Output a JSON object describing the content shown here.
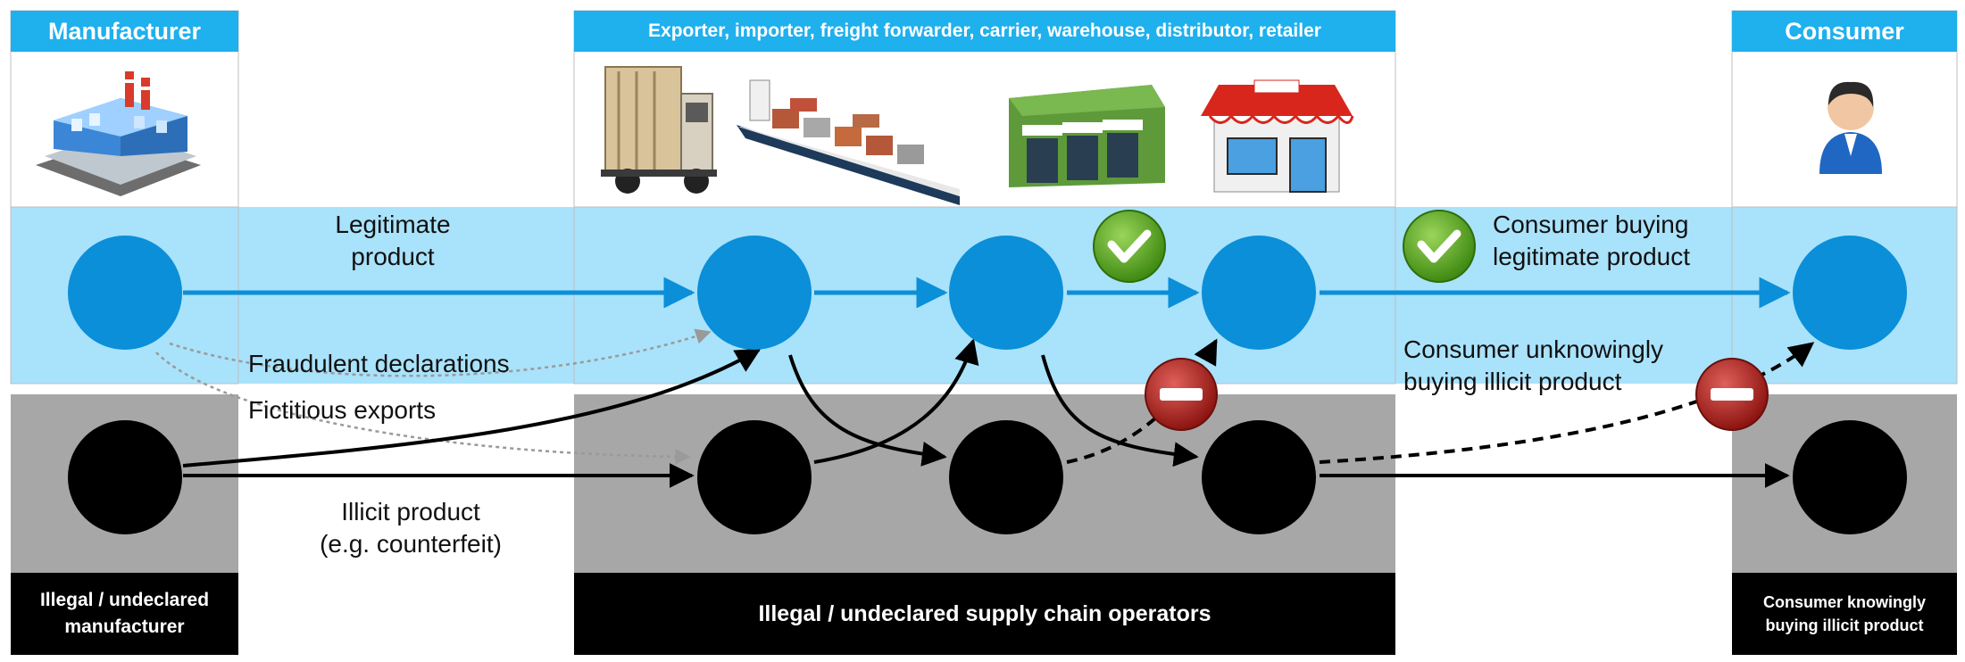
{
  "headers": {
    "manufacturer": "Manufacturer",
    "operators": "Exporter, importer, freight forwarder, carrier, warehouse, distributor, retailer",
    "consumer": "Consumer"
  },
  "bottom": {
    "illegal_manufacturer": "Illegal / undeclared manufacturer",
    "illegal_operators": "Illegal / undeclared supply chain operators",
    "consumer_knowingly": "Consumer knowingly buying illicit product"
  },
  "labels": {
    "legitimate_product": "Legitimate product",
    "fraudulent_declarations": "Fraudulent declarations",
    "fictitious_exports": "Fictitious exports",
    "illicit_product": "Illicit product",
    "illicit_product_example": "(e.g. counterfeit)",
    "consumer_buying_legitimate": "Consumer buying legitimate product",
    "consumer_unknowingly": "Consumer unknowingly buying illicit product"
  },
  "icons": [
    "factory-icon",
    "truck-icon",
    "cargo-ship-icon",
    "warehouse-icon",
    "shop-icon",
    "person-icon",
    "checkmark-icon",
    "no-entry-icon"
  ],
  "colors": {
    "header_blue": "#1fb0ee",
    "legit_band": "#a9e2fb",
    "legit_node": "#0a8fd8",
    "illicit_band": "#a7a7a7",
    "illicit_node": "#000000",
    "check_green": "#5aa422",
    "stop_red": "#b3261e"
  }
}
